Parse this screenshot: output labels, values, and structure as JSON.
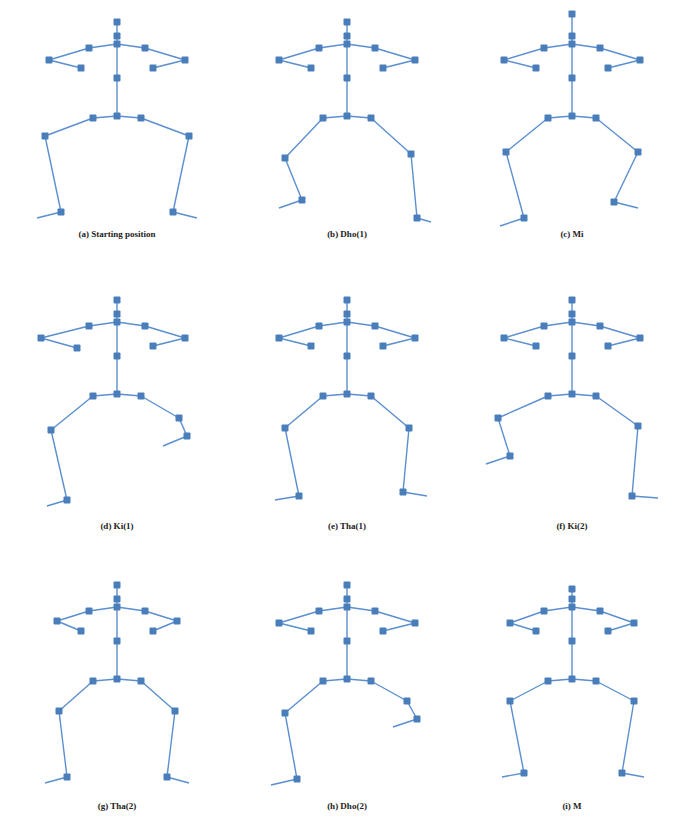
{
  "diagram": {
    "labels": [
      "(a) Starting position",
      "(b) Dho(1)",
      "(c) Mi",
      "(d) Ki(1)",
      "(e) Tha(1)",
      "(f) Ki(2)",
      "(g) Tha(2)",
      "(h) Dho(2)",
      "(i) M"
    ]
  }
}
